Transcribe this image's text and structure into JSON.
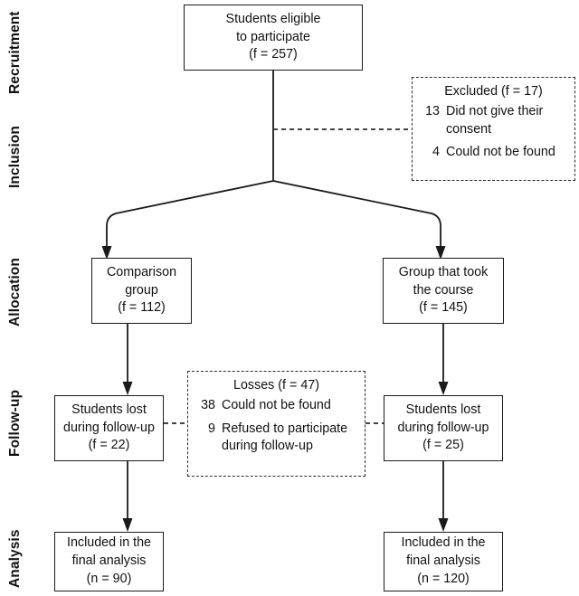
{
  "figure": {
    "type": "participant-flow-diagram",
    "stages": [
      {
        "id": "recruitment",
        "label": "Recruitment"
      },
      {
        "id": "inclusion",
        "label": "Inclusion"
      },
      {
        "id": "allocation",
        "label": "Allocation"
      },
      {
        "id": "followup",
        "label": "Follow-up"
      },
      {
        "id": "analysis",
        "label": "Analysis"
      }
    ],
    "nodes": {
      "eligible": {
        "line1": "Students eligible",
        "line2": "to participate",
        "line3": "(f = 257)"
      },
      "comparison": {
        "line1": "Comparison",
        "line2": "group",
        "line3": "(f = 112)"
      },
      "course": {
        "line1": "Group that took",
        "line2": "the course",
        "line3": "(f = 145)"
      },
      "lost_left": {
        "line1": "Students lost",
        "line2": "during follow-up",
        "line3": "(f = 22)"
      },
      "lost_right": {
        "line1": "Students lost",
        "line2": "during follow-up",
        "line3": "(f = 25)"
      },
      "analysis_left": {
        "line1": "Included in the",
        "line2": "final analysis",
        "line3": "(n = 90)"
      },
      "analysis_right": {
        "line1": "Included in the",
        "line2": "final analysis",
        "line3": "(n = 120)"
      }
    },
    "notes": {
      "excluded": {
        "title": "Excluded (f = 17)",
        "items": [
          {
            "count": "13",
            "reason_line1": "Did not give",
            "reason_line2": "their consent"
          },
          {
            "count": "4",
            "reason_line1": "Could not be",
            "reason_line2": "found"
          }
        ]
      },
      "losses": {
        "title": "Losses (f = 47)",
        "items": [
          {
            "count": "38",
            "reason_line1": "Could not be",
            "reason_line2": "found"
          },
          {
            "count": "9",
            "reason_line1": "Refused to participate",
            "reason_line2": "during follow-up"
          }
        ]
      }
    },
    "colors": {
      "line": "#1a1a1a",
      "dashed": "#2b2b2b",
      "text": "#111111",
      "background": "#ffffff"
    }
  }
}
